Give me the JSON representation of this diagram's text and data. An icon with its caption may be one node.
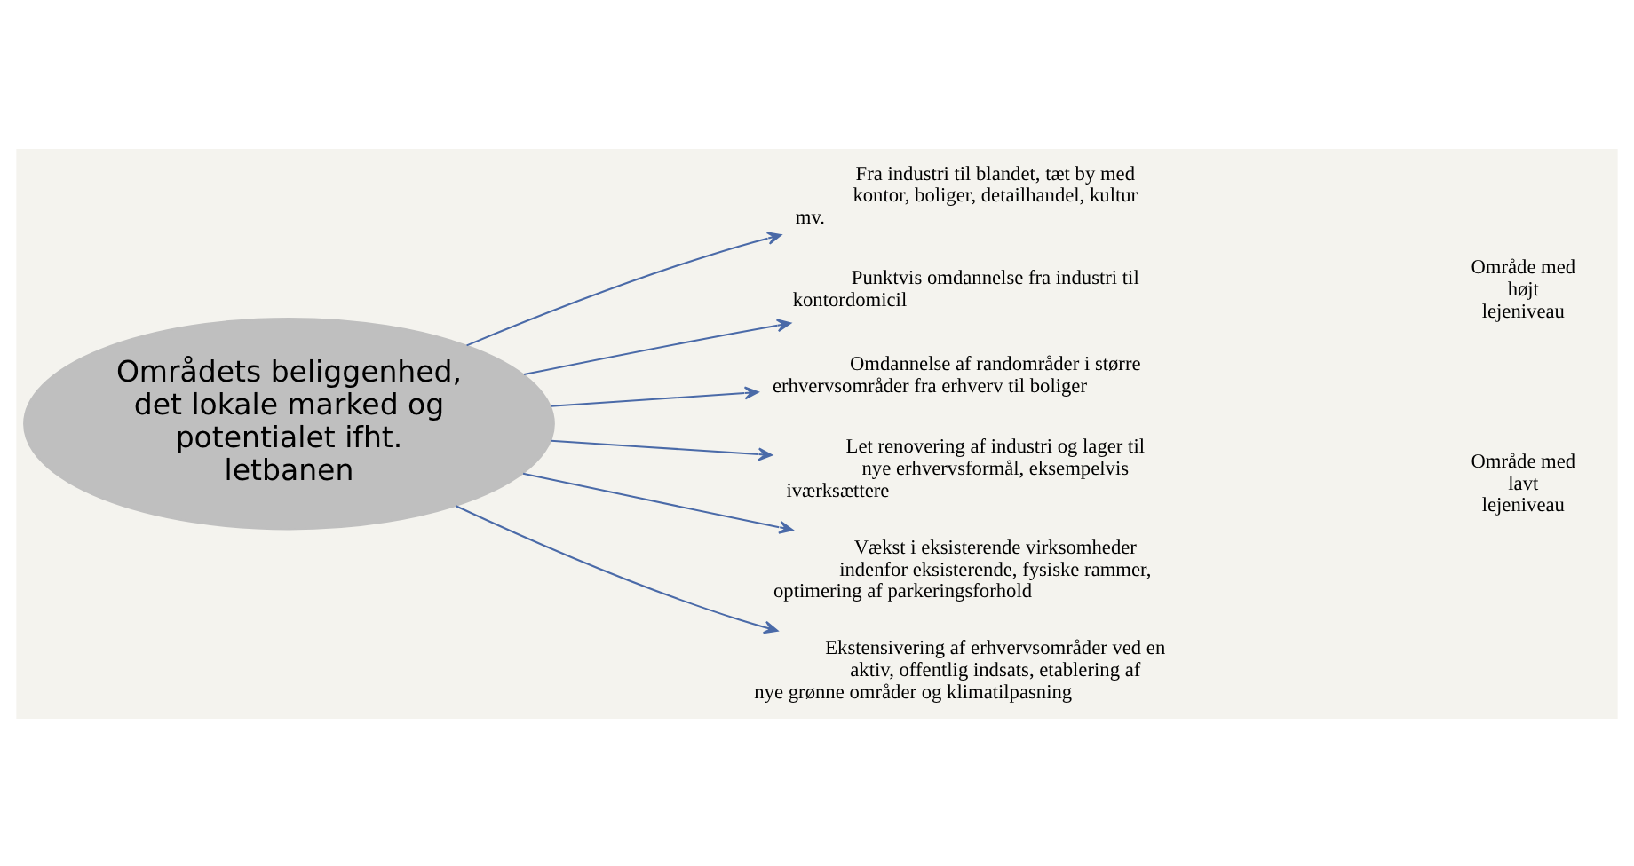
{
  "diagram": {
    "nodes": [
      {
        "text": [
          "Områdets beliggenhed, det lokale marked og potentialet ifht. letbanen"
        ]
      },
      {
        "text": [
          "Fra industri til blandet, tæt by med kontor, boliger, detailhandel, kultur mv."
        ]
      },
      {
        "text": [
          "Punktvis omdannelse fra industri til kontordomicil"
        ]
      },
      {
        "text": [
          "Omdannelse af randområder i større erhvervsområder fra erhverv til boliger"
        ]
      },
      {
        "text": [
          "Let renovering af industri og lager til nye erhvervsformål, eksempelvis iværksættere"
        ]
      },
      {
        "text": [
          "Vækst i eksisterende virksomheder indenfor eksisterende, fysiske rammer, optimering af parkeringsforhold"
        ]
      },
      {
        "text": [
          "Ekstensivering af erhvervsområder ved en aktiv, offentlig indsats, etablering af nye grønne områder og klimatilpasning"
        ]
      }
    ],
    "edges": [
      {
        "from": 0,
        "to": 1,
        "arrow": "to"
      },
      {
        "from": 0,
        "to": 2,
        "arrow": "to"
      },
      {
        "from": 0,
        "to": 3,
        "arrow": "to"
      },
      {
        "from": 0,
        "to": 4,
        "arrow": "to"
      },
      {
        "from": 0,
        "to": 5,
        "arrow": "to"
      },
      {
        "from": 0,
        "to": 6,
        "arrow": "to"
      }
    ],
    "labels": [
      "Område med højt lejeniveau",
      "Område med lavt lejeniveau"
    ]
  }
}
